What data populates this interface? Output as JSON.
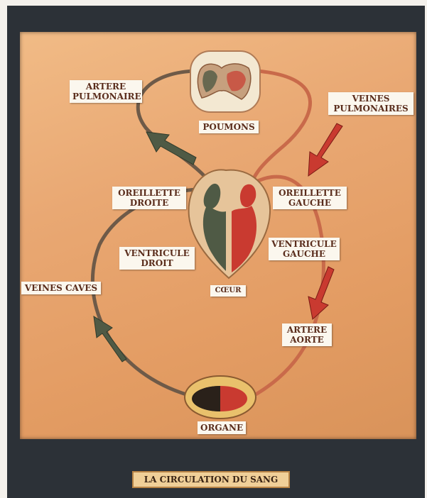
{
  "title": "LA CIRCULATION DU SANG",
  "labels": {
    "artere_pulmonaire": "ARTERE\nPULMONAIRE",
    "veines_pulmonaires": "VEINES\nPULMONAIRES",
    "poumons": "POUMONS",
    "oreillette_droite": "OREILLETTE\nDROITE",
    "oreillette_gauche": "OREILLETTE\nGAUCHE",
    "ventricule_droit": "VENTRICULE\nDROIT",
    "ventricule_gauche": "VENTRICULE\nGAUCHE",
    "veines_caves": "VEINES CAVES",
    "coeur": "CŒUR",
    "artere_aorte": "ARTERE\nAORTE",
    "organe": "ORGANE"
  },
  "colors": {
    "deoxygenated": "#4f5a45",
    "oxygenated": "#c93a30",
    "vessel_dark": "#6e5a48",
    "vessel_red": "#c96a4a"
  }
}
